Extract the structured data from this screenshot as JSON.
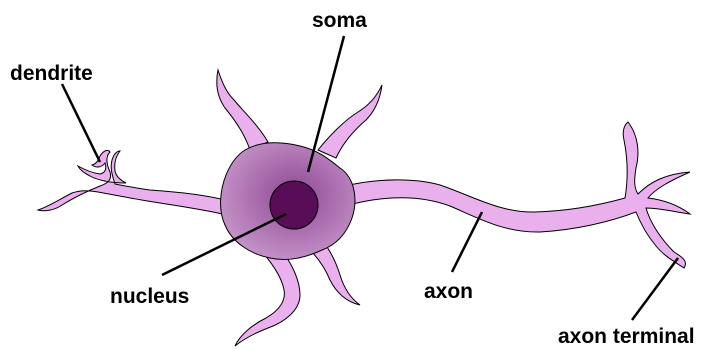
{
  "labels": {
    "dendrite": "dendrite",
    "soma": "soma",
    "nucleus": "nucleus",
    "axon": "axon",
    "axon_terminal": "axon terminal"
  },
  "colors": {
    "background": "#ffffff",
    "neuron_fill": "#eab0ee",
    "neuron_outline": "#000000",
    "soma_center": "#8e4a92",
    "soma_edge": "#c595c9",
    "nucleus": "#5a0d57",
    "label_text": "#000000"
  }
}
